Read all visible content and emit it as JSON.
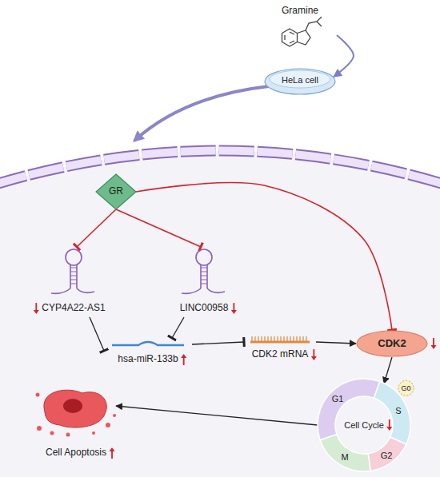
{
  "diagram": {
    "nodes": [
      {
        "text": [
          "Gramine"
        ]
      },
      {
        "text": [
          "HeLa cell"
        ]
      },
      {
        "text": [
          "GR"
        ]
      },
      {
        "text": [
          "CYP4A22-AS1"
        ]
      },
      {
        "text": [
          "LINC00958"
        ]
      },
      {
        "text": [
          "hsa-miR-133b"
        ]
      },
      {
        "text": [
          "CDK2 mRNA"
        ]
      },
      {
        "text": [
          "CDK2"
        ]
      },
      {
        "text": [
          "Cell Cycle",
          "G1",
          "G0",
          "S",
          "G2",
          "M"
        ]
      },
      {
        "text": [
          "Cell Apoptosis"
        ]
      }
    ],
    "edges": [
      {
        "from": 0,
        "to": 1,
        "arrow": "to"
      },
      {
        "from": 2,
        "to": 3,
        "arrow": "to"
      },
      {
        "from": 2,
        "to": 4,
        "arrow": "to"
      },
      {
        "from": 2,
        "to": 7,
        "arrow": "to"
      },
      {
        "from": 3,
        "to": 5,
        "arrow": "to"
      },
      {
        "from": 4,
        "to": 5,
        "arrow": "to"
      },
      {
        "from": 5,
        "to": 6,
        "arrow": "to"
      },
      {
        "from": 6,
        "to": 7,
        "arrow": "to"
      },
      {
        "from": 7,
        "to": 8,
        "arrow": "to"
      },
      {
        "from": 8,
        "to": 9,
        "arrow": "to"
      }
    ]
  }
}
